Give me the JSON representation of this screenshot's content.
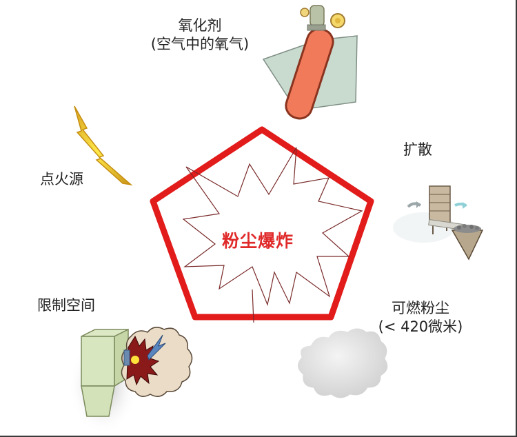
{
  "diagram": {
    "title": "粉尘爆炸",
    "title_color": "#e02a2a",
    "pentagon_color": "#e21b1b",
    "shape": "pentagon",
    "factors": [
      {
        "id": "oxidizer",
        "label": "氧化剂",
        "sublabel": "(空气中的氧气)",
        "icon": "oxygen-tank-icon"
      },
      {
        "id": "dispersion",
        "label": "扩散",
        "sublabel": "",
        "icon": "dust-collector-icon"
      },
      {
        "id": "combustible-dust",
        "label": "可燃粉尘",
        "sublabel": "(< 420微米)",
        "icon": "dust-cloud-icon"
      },
      {
        "id": "confinement",
        "label": "限制空间",
        "sublabel": "",
        "icon": "confined-explosion-icon"
      },
      {
        "id": "ignition-source",
        "label": "点火源",
        "sublabel": "",
        "icon": "lightning-bolt-icon"
      }
    ]
  }
}
